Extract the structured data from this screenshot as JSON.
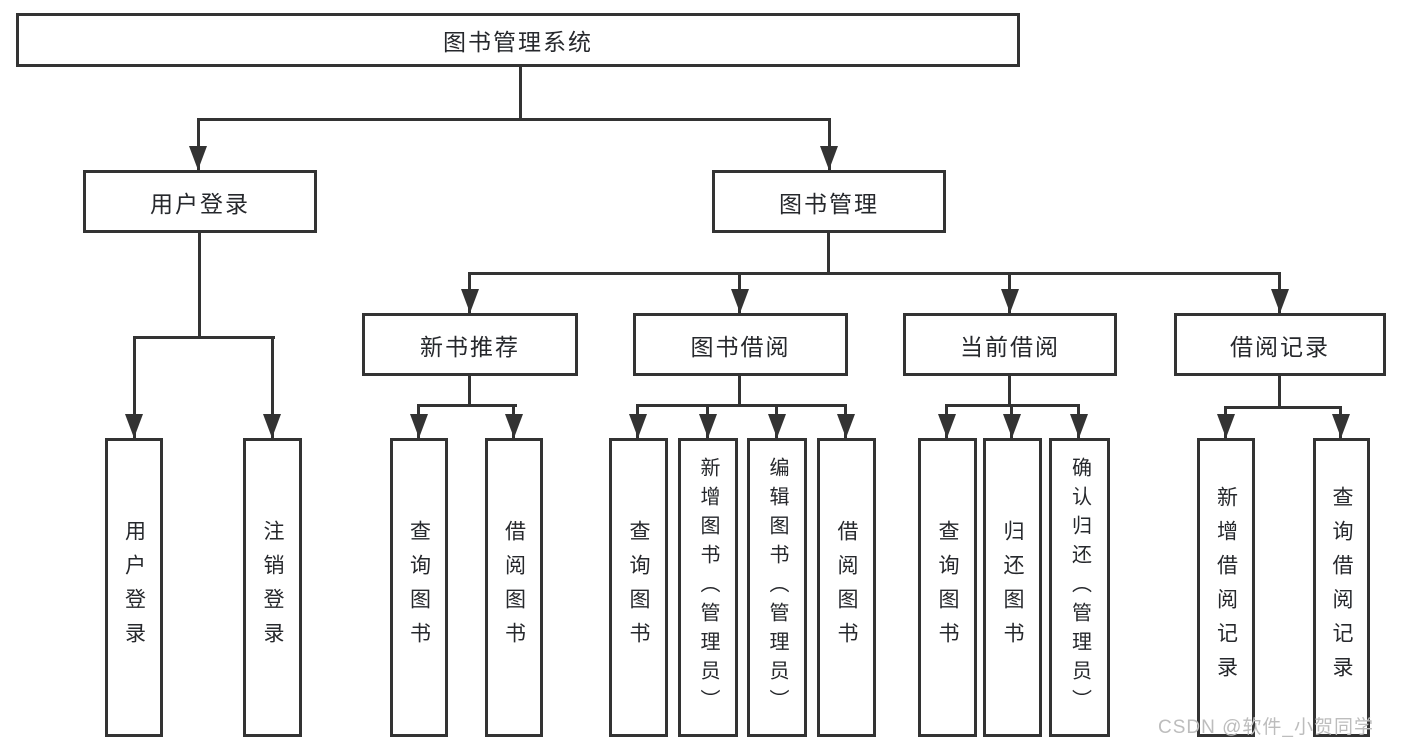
{
  "diagram": {
    "type": "hierarchy-tree",
    "root": {
      "label": "图书管理系统"
    },
    "branches": [
      {
        "label": "用户登录",
        "children": [
          {
            "label": "用户登录"
          },
          {
            "label": "注销登录"
          }
        ]
      },
      {
        "label": "图书管理",
        "children": [
          {
            "label": "新书推荐",
            "children": [
              {
                "label": "查询图书"
              },
              {
                "label": "借阅图书"
              }
            ]
          },
          {
            "label": "图书借阅",
            "children": [
              {
                "label": "查询图书"
              },
              {
                "label": "新增图书（管理员）"
              },
              {
                "label": "编辑图书（管理员）"
              },
              {
                "label": "借阅图书"
              }
            ]
          },
          {
            "label": "当前借阅",
            "children": [
              {
                "label": "查询图书"
              },
              {
                "label": "归还图书"
              },
              {
                "label": "确认归还（管理员）"
              }
            ]
          },
          {
            "label": "借阅记录",
            "children": [
              {
                "label": "新增借阅记录"
              },
              {
                "label": "查询借阅记录"
              }
            ]
          }
        ]
      }
    ]
  },
  "watermark": "CSDN @软件_小贺同学",
  "colors": {
    "line": "#333333",
    "box_border": "#333333",
    "box_fill": "#ffffff",
    "text": "#26282c",
    "watermark": "#bdbdbd",
    "background": "#ffffff"
  }
}
